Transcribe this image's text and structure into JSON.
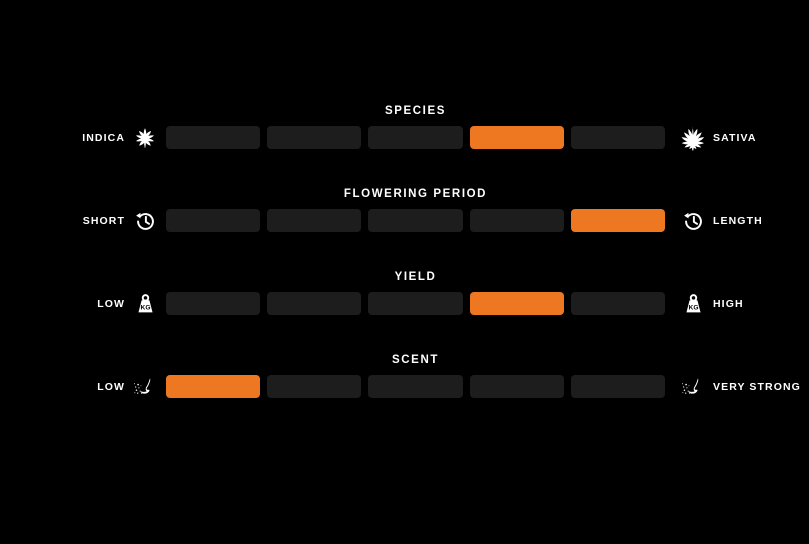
{
  "page": {
    "background": "#000000",
    "accent_color": "#ee7722",
    "inactive_color": "#1d1d1d",
    "segment_count": 5
  },
  "rows": [
    {
      "title": "SPECIES",
      "left_label": "INDICA",
      "left_icon": "indica-leaf-icon",
      "right_label": "SATIVA",
      "right_icon": "sativa-leaf-icon",
      "active_index": 4,
      "segments": [
        false,
        false,
        false,
        true,
        false
      ]
    },
    {
      "title": "FLOWERING PERIOD",
      "left_label": "SHORT",
      "left_icon": "clock-history-icon",
      "right_label": "LENGTH",
      "right_icon": "clock-history-icon",
      "active_index": 5,
      "segments": [
        false,
        false,
        false,
        false,
        true
      ]
    },
    {
      "title": "YIELD",
      "left_label": "LOW",
      "left_icon": "weight-kg-icon",
      "right_label": "HIGH",
      "right_icon": "weight-kg-icon",
      "active_index": 4,
      "segments": [
        false,
        false,
        false,
        true,
        false
      ]
    },
    {
      "title": "SCENT",
      "left_label": "LOW",
      "left_icon": "nose-smell-icon",
      "right_label": "VERY STRONG",
      "right_icon": "nose-smell-icon",
      "active_index": 1,
      "segments": [
        true,
        false,
        false,
        false,
        false
      ]
    }
  ]
}
